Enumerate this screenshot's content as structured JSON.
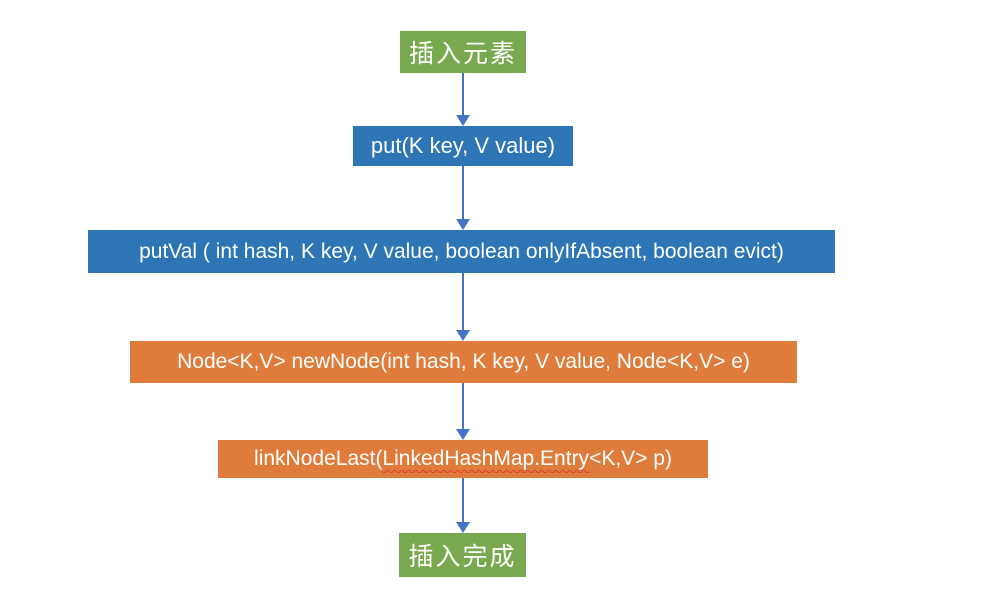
{
  "page": {
    "background": "#ffffff",
    "description_title": "LinkedHashMap insert element flowchart"
  },
  "colors": {
    "green": "#79A94F",
    "blue": "#2E75B6",
    "orange": "#E07C3B",
    "arrow": "#4472C4",
    "squiggle": "#E03C2E",
    "node_text": "#ffffff"
  },
  "flowchart": {
    "nodes": [
      {
        "id": "start",
        "label": "插入元素",
        "color": "green"
      },
      {
        "id": "put",
        "label": "put(K key, V value)",
        "color": "blue"
      },
      {
        "id": "putval",
        "label": "putVal ( int hash, K key, V value, boolean onlyIfAbsent, boolean evict)",
        "color": "blue"
      },
      {
        "id": "newnode",
        "label": "Node<K,V> newNode(int hash, K key, V value, Node<K,V> e)",
        "color": "orange"
      },
      {
        "id": "linknodelast",
        "label": "linkNodeLast(LinkedHashMap.Entry<K,V> p)",
        "color": "orange",
        "label_parts": {
          "prefix": "linkNodeLast(",
          "misspelled": "LinkedHashMap.Entry",
          "suffix": "<K,V> p)"
        }
      },
      {
        "id": "end",
        "label": "插入完成",
        "color": "green"
      }
    ],
    "edges": [
      {
        "from": "start",
        "to": "put",
        "direction": "down"
      },
      {
        "from": "put",
        "to": "putval",
        "direction": "down"
      },
      {
        "from": "putval",
        "to": "newnode",
        "direction": "down"
      },
      {
        "from": "newnode",
        "to": "linknodelast",
        "direction": "down"
      },
      {
        "from": "linknodelast",
        "to": "end",
        "direction": "down"
      }
    ]
  }
}
